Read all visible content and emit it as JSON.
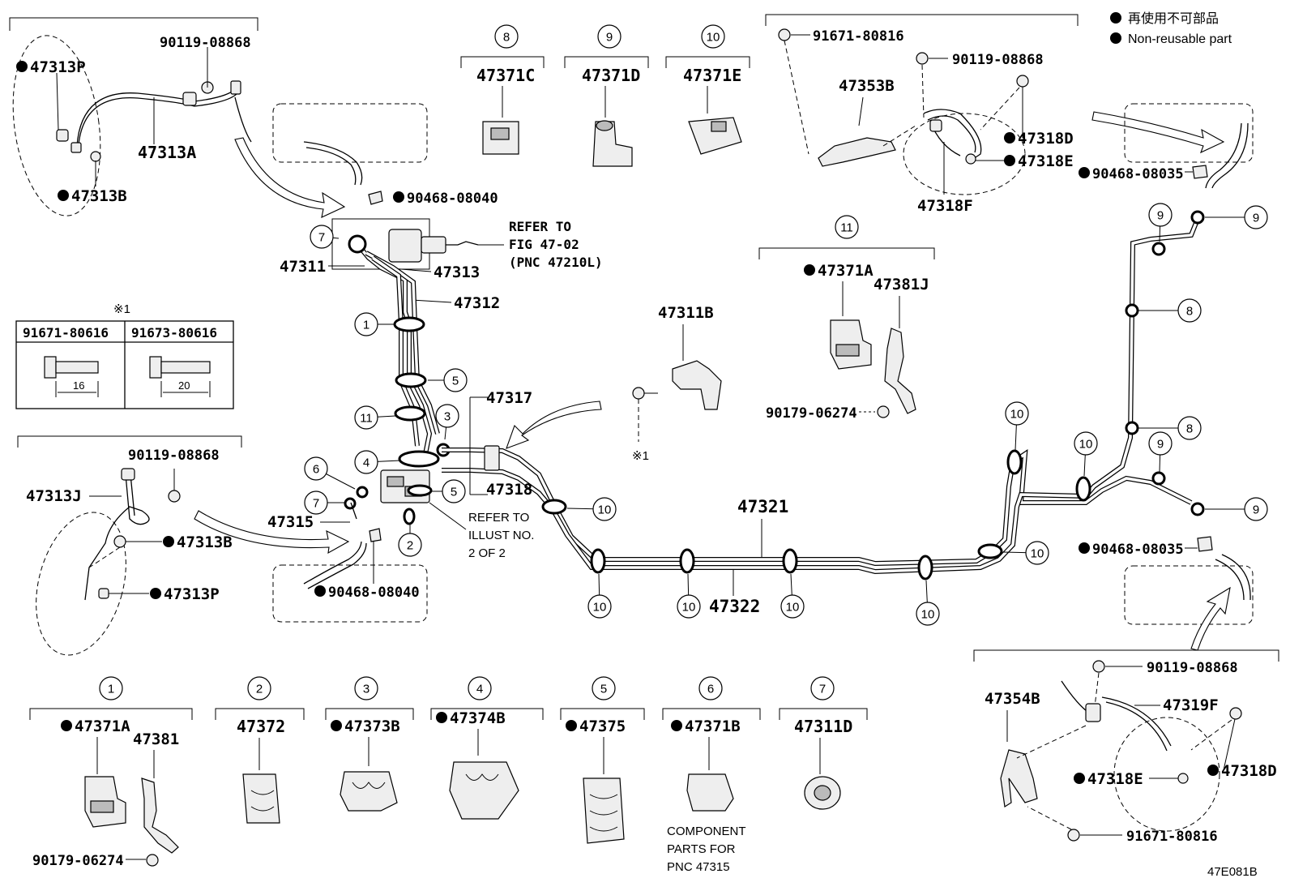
{
  "legend": {
    "japanese": "再使用不可部品",
    "english": "Non-reusable part",
    "marker_color": "#000000"
  },
  "figure_code": "47E081B",
  "notes": {
    "refer_fig": [
      "REFER TO",
      "FIG 47-02",
      "(PNC 47210L)"
    ],
    "refer_illust": [
      "REFER TO",
      "ILLUST NO.",
      "2 OF 2"
    ],
    "component_parts": [
      "COMPONENT",
      "PARTS FOR",
      "PNC 47315"
    ],
    "asterisk_mark": "※1"
  },
  "bolt_table": {
    "mark": "※1",
    "columns": [
      {
        "part": "91671-80616",
        "length": "16"
      },
      {
        "part": "91673-80616",
        "length": "20"
      }
    ]
  },
  "clamp_groups": [
    {
      "id": "1",
      "parts": [
        "47371A",
        "47381",
        "90179-06274"
      ],
      "nonreusable": [
        "47371A"
      ]
    },
    {
      "id": "2",
      "parts": [
        "47372"
      ],
      "nonreusable": []
    },
    {
      "id": "3",
      "parts": [
        "47373B"
      ],
      "nonreusable": [
        "47373B"
      ]
    },
    {
      "id": "4",
      "parts": [
        "47374B"
      ],
      "nonreusable": [
        "47374B"
      ]
    },
    {
      "id": "5",
      "parts": [
        "47375"
      ],
      "nonreusable": [
        "47375"
      ]
    },
    {
      "id": "6",
      "parts": [
        "47371B"
      ],
      "nonreusable": [
        "47371B"
      ]
    },
    {
      "id": "7",
      "parts": [
        "47311D"
      ],
      "nonreusable": []
    },
    {
      "id": "8",
      "parts": [
        "47371C"
      ],
      "nonreusable": []
    },
    {
      "id": "9",
      "parts": [
        "47371D"
      ],
      "nonreusable": []
    },
    {
      "id": "10",
      "parts": [
        "47371E"
      ],
      "nonreusable": []
    },
    {
      "id": "11",
      "parts": [
        "47371A",
        "47381J",
        "90179-06274"
      ],
      "nonreusable": [
        "47371A"
      ]
    }
  ],
  "labels": {
    "p47313P_a": "47313P",
    "p90119_a": "90119-08868",
    "p47313A": "47313A",
    "p47313B_a": "47313B",
    "p90468_08040_a": "90468-08040",
    "p47311": "47311",
    "p47313": "47313",
    "p47312": "47312",
    "p47317": "47317",
    "p47318": "47318",
    "p47315": "47315",
    "p47313J": "47313J",
    "p90119_b": "90119-08868",
    "p47313B_b": "47313B",
    "p47313P_b": "47313P",
    "p90468_08040_b": "90468-08040",
    "p47311B": "47311B",
    "p47321": "47321",
    "p47322": "47322",
    "p91671_80816_a": "91671-80816",
    "p90119_c": "90119-08868",
    "p47353B": "47353B",
    "p47318D_a": "47318D",
    "p47318E_a": "47318E",
    "p47318F": "47318F",
    "p90468_08035_a": "90468-08035",
    "p90468_08035_b": "90468-08035",
    "p47371A_11": "47371A",
    "p47381J": "47381J",
    "p90179_06274_11": "90179-06274",
    "p47371C": "47371C",
    "p47371D": "47371D",
    "p47371E": "47371E",
    "p47371A_1": "47371A",
    "p47381": "47381",
    "p90179_06274_1": "90179-06274",
    "p47372": "47372",
    "p47373B": "47373B",
    "p47374B": "47374B",
    "p47375": "47375",
    "p47371B": "47371B",
    "p47311D": "47311D",
    "p90119_d": "90119-08868",
    "p47354B": "47354B",
    "p47319F": "47319F",
    "p47318E_b": "47318E",
    "p47318D_b": "47318D",
    "p91671_80816_b": "91671-80816"
  },
  "callouts": {
    "c1": "1",
    "c2": "2",
    "c3": "3",
    "c4": "4",
    "c5": "5",
    "c6": "6",
    "c7": "7",
    "c8": "8",
    "c9": "9",
    "c10": "10",
    "c11": "11"
  }
}
